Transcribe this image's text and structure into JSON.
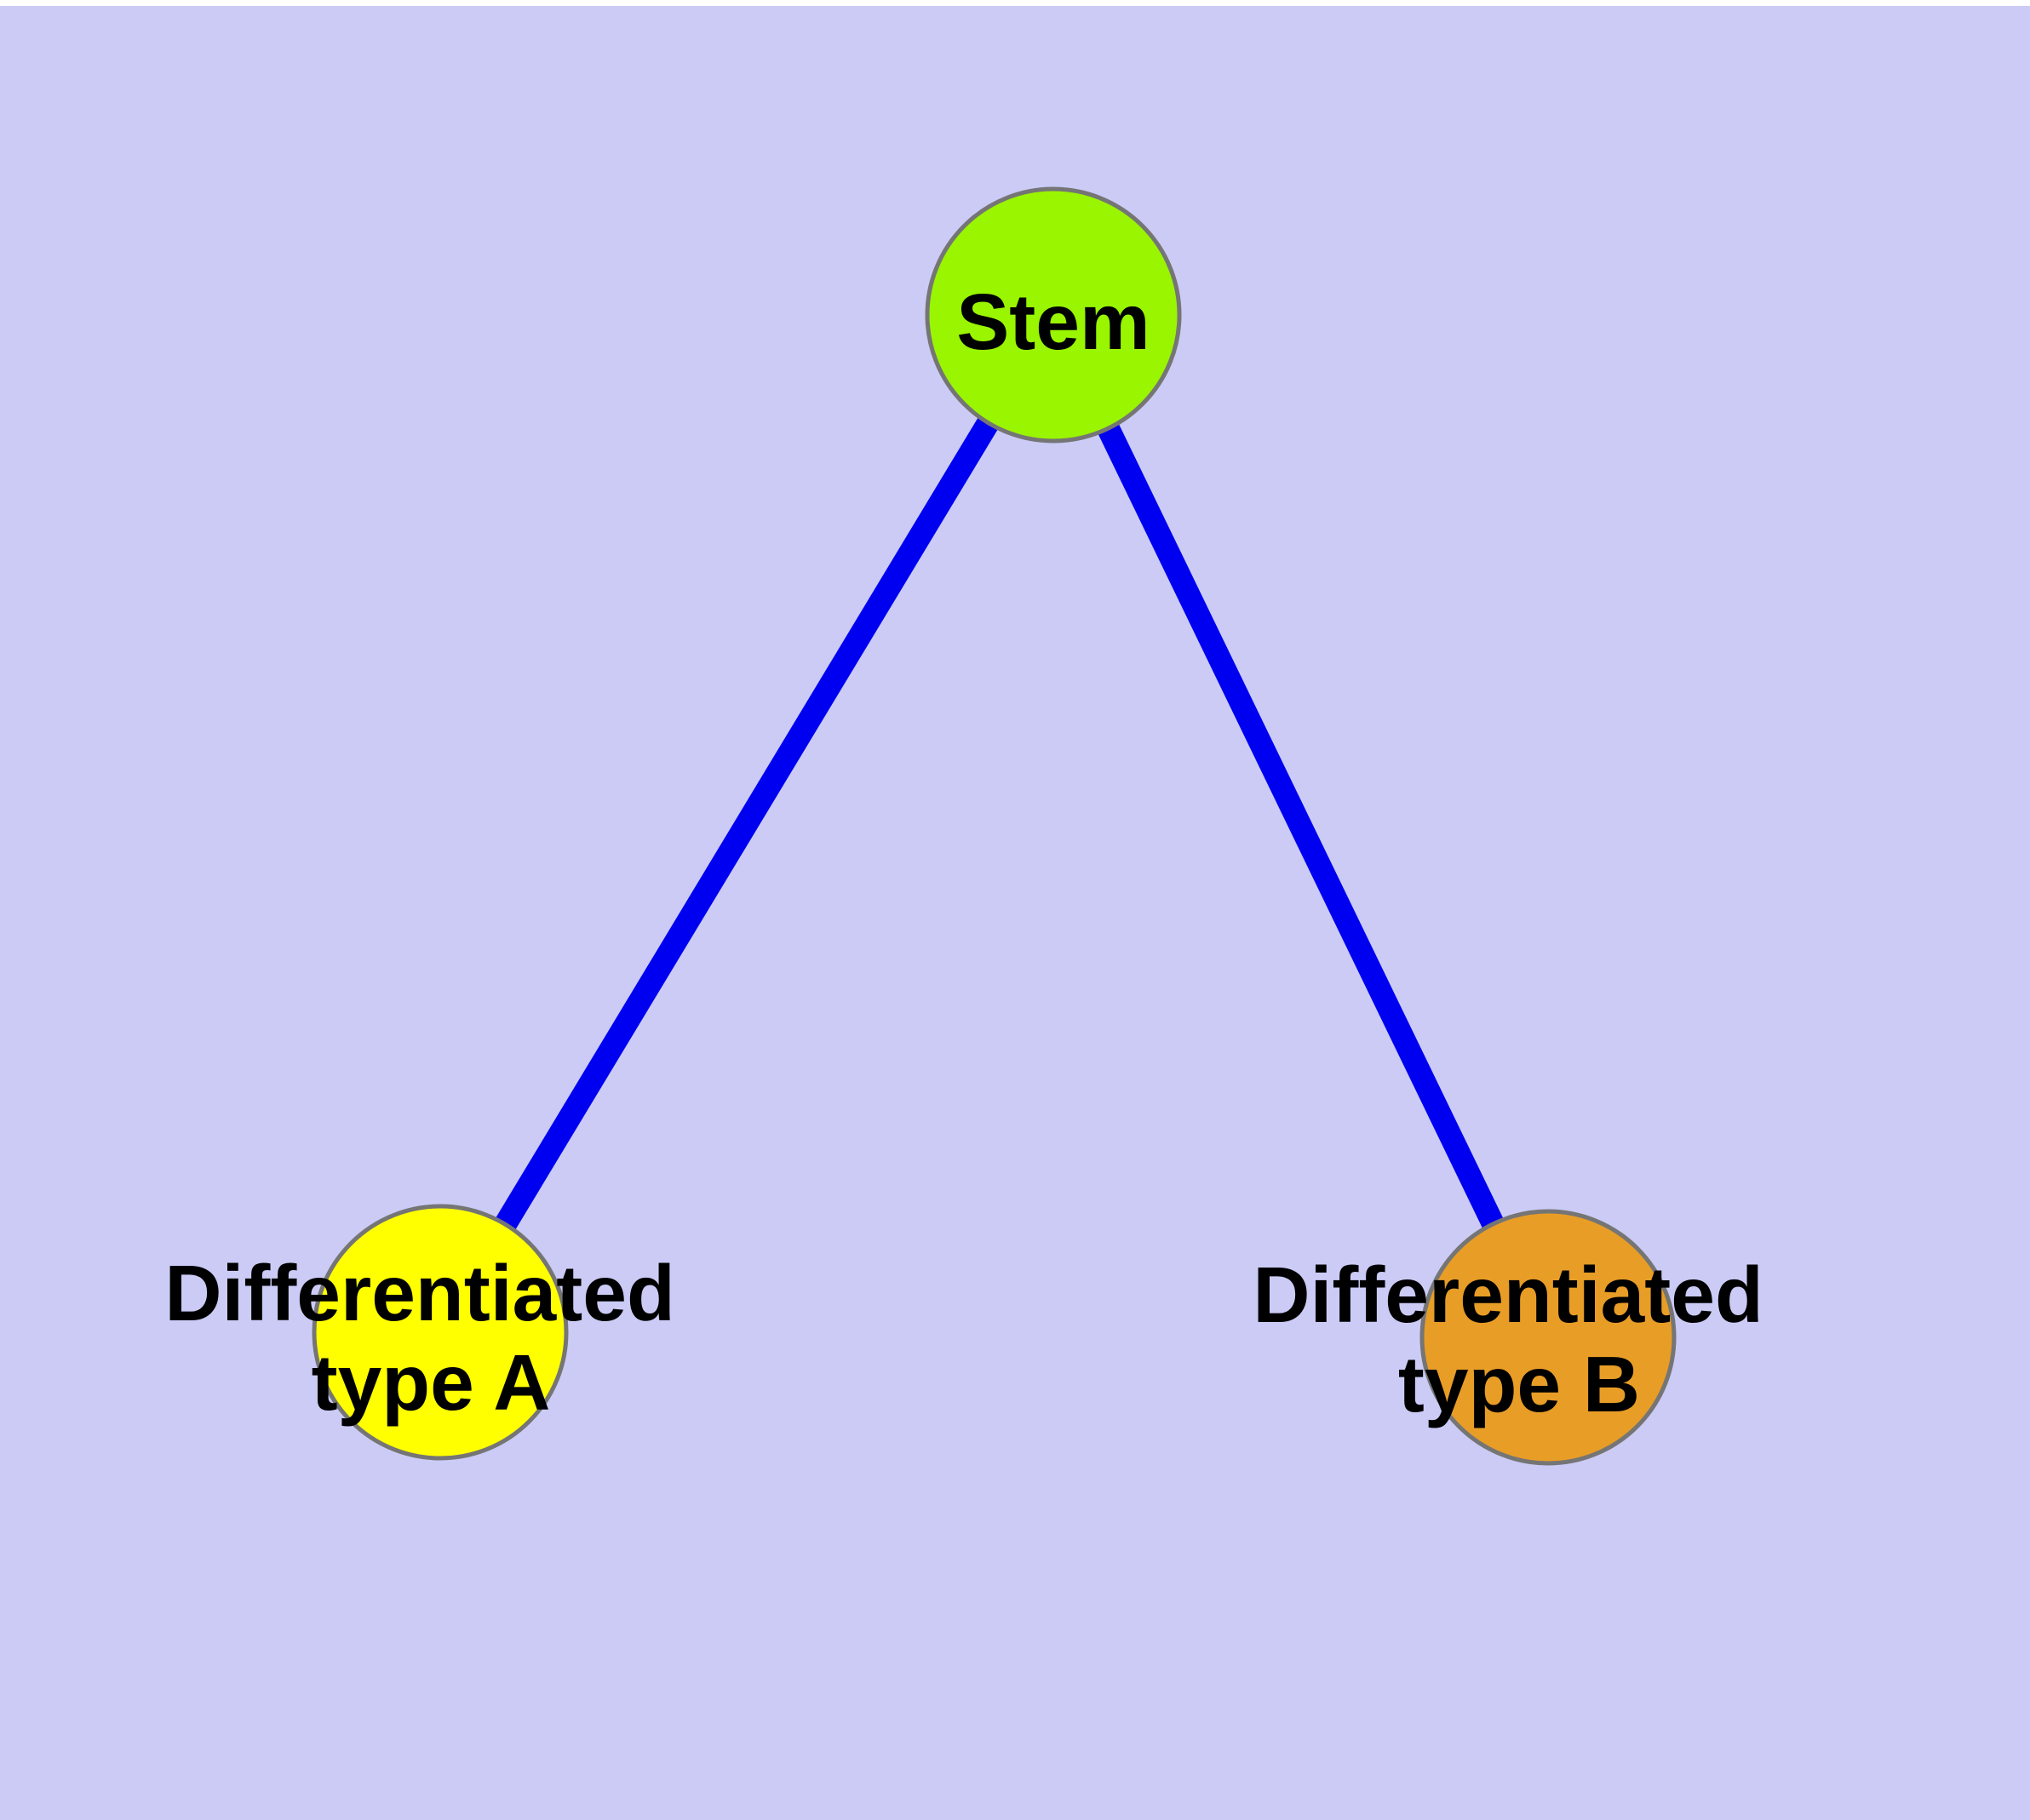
{
  "diagram": {
    "description": "Graph of stem cell differentiating into two cell types",
    "background_color": "#CBCBF6",
    "top_strip_color": "#FFFFFF",
    "edge_color": "#0000F0",
    "node_border_color": "#757575",
    "label_color": "#000000",
    "nodes": {
      "stem": {
        "label": "Stem",
        "fill": "#99F500"
      },
      "type_a": {
        "label": "Differentiated type A",
        "label_line1": "Differentiated",
        "label_line2": "type A",
        "fill": "#FFFF00"
      },
      "type_b": {
        "label": "Differentiated type B",
        "label_line1": "Differentiated",
        "label_line2": "type B",
        "fill": "#E89D27"
      }
    },
    "edges": [
      {
        "from": "Stem",
        "to": "Differentiated type A"
      },
      {
        "from": "Stem",
        "to": "Differentiated type B"
      }
    ]
  }
}
